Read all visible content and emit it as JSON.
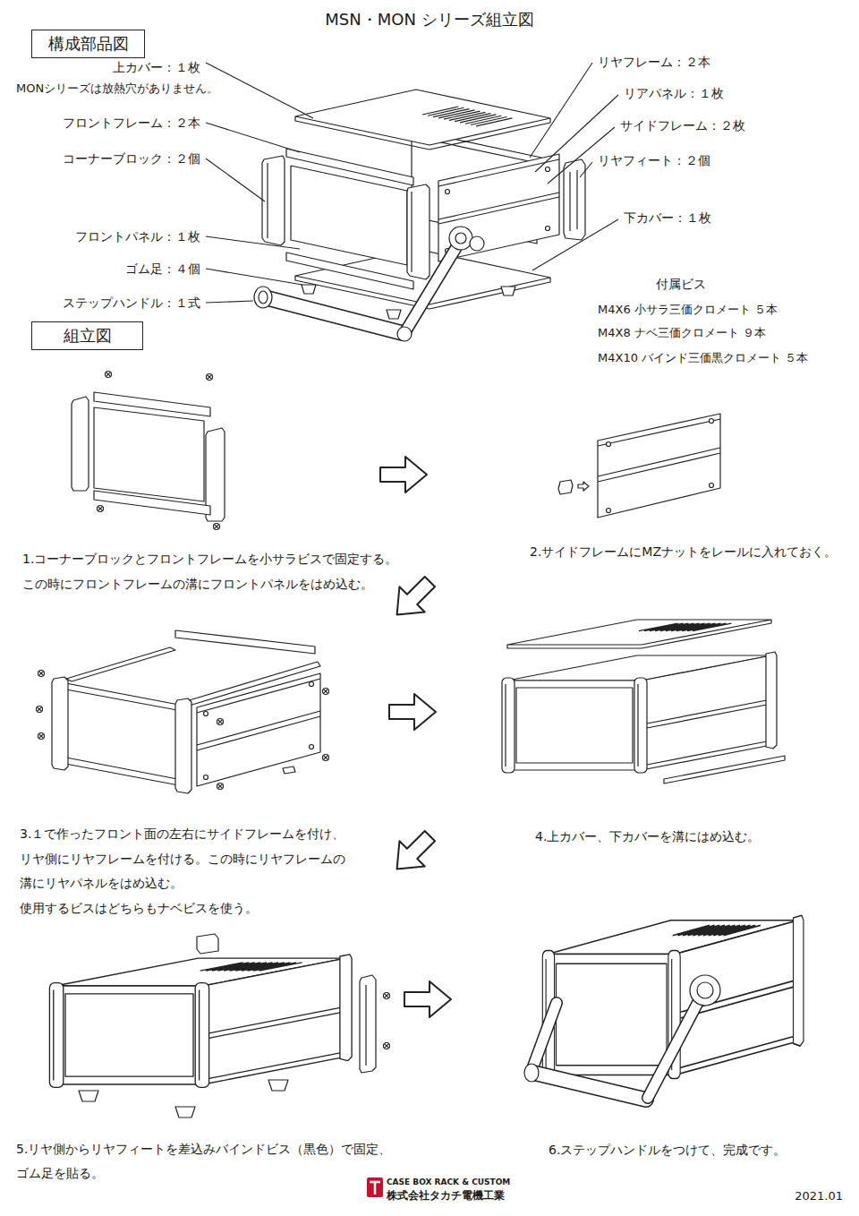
{
  "diagram": {
    "title": "MSN・MON シリーズ組立図",
    "nodes": [
      {
        "text": [
          "構成部品図"
        ]
      },
      {
        "text": [
          "組立図"
        ]
      }
    ],
    "labels": [
      "上カバー：１枚",
      "MONシリーズは放熱穴がありません。",
      "リヤフレーム：２本",
      "リアパネル：１枚",
      "フロントフレーム：２本",
      "サイドフレーム：２枚",
      "コーナーブロック：２個",
      "リヤフィート：２個",
      "下カバー：１枚",
      "フロントパネル：１枚",
      "ゴム足：４個",
      "付属ビス",
      "M4X6 小サラ三価クロメート ５本",
      "ステップハンドル：１式",
      "M4X8 ナベ三価クロメート ９本",
      "M4X10 バインド三価黒クロメート ５本",
      "1.コーナーブロックとフロントフレームを小サラビスで固定する。 この時にフロントフレームの溝にフロントパネルをはめ込む。",
      "2.サイドフレームにMZナットをレールに入れておく。",
      "3.１で作ったフロント面の左右にサイドフレームを付け、 リヤ側にリヤフレームを付ける。この時にリヤフレームの 溝にリヤパネルをはめ込む。 使用するビスはどちらもナベビスを使う。",
      "4.上カバー、下カバーを溝にはめ込む。",
      "5.リヤ側からリヤフィートを差込みバインドビス（黒色）で固定、 ゴム足を貼る。",
      "6.ステップハンドルをつけて、完成です。",
      "CASE BOX RACK & CUSTOM",
      "株式会社タカチ電機工業",
      "2021.01"
    ]
  }
}
